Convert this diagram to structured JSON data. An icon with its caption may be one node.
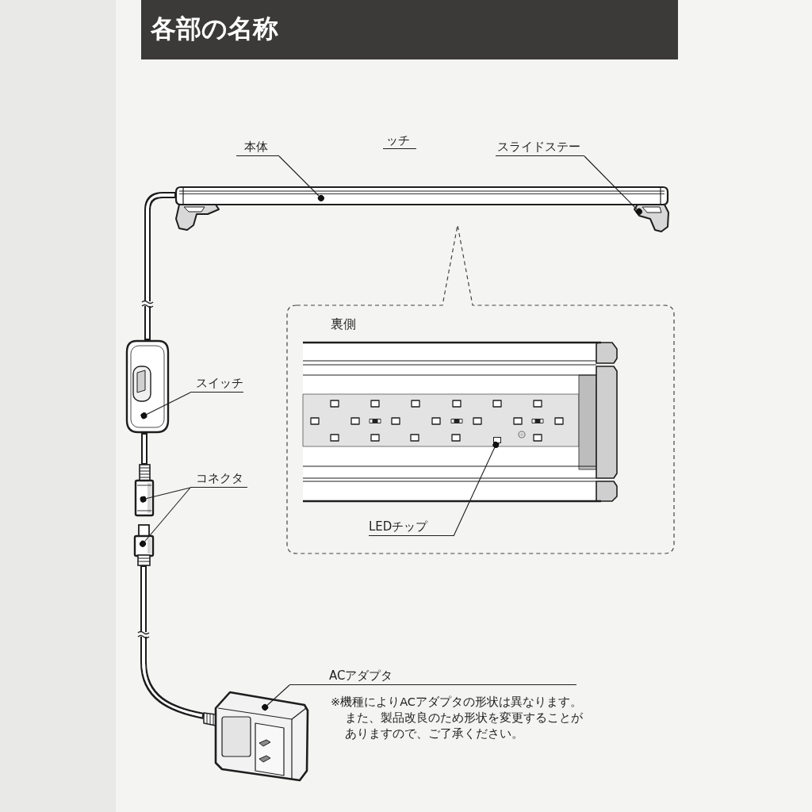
{
  "diagram": {
    "title": "各部の名称",
    "nodes": [
      {
        "text": [
          "本体"
        ]
      },
      {
        "text": [
          "スライドステー"
        ]
      },
      {
        "text": [],
        "shape": "picture"
      },
      {
        "text": [],
        "shape": "picture"
      },
      {
        "text": [
          "裏側"
        ]
      },
      {
        "text": [],
        "shape": "box",
        "in": 4
      },
      {
        "text": [
          "LEDチップ"
        ],
        "in": 4
      },
      {
        "text": [],
        "shape": "picture"
      },
      {
        "text": [
          "スイッチ"
        ]
      },
      {
        "text": [],
        "shape": "picture"
      },
      {
        "text": [
          "コネクタ"
        ]
      },
      {
        "text": [],
        "shape": "picture"
      },
      {
        "text": [
          "ACアダプタ"
        ]
      },
      {
        "text": [],
        "shape": "picture"
      }
    ],
    "edges": [
      {
        "from": 0,
        "to": 2,
        "arrow": "other"
      },
      {
        "from": 1,
        "to": 3,
        "arrow": "other"
      },
      {
        "from": 6,
        "to": 5,
        "arrow": "other"
      },
      {
        "from": 8,
        "to": 7,
        "arrow": "other"
      },
      {
        "from": 10,
        "to": 9,
        "arrow": "other"
      },
      {
        "from": 10,
        "to": 11,
        "arrow": "other"
      },
      {
        "from": 12,
        "to": 13,
        "arrow": "other"
      },
      {
        "from": 2,
        "to": 7,
        "arrow": "none",
        "style": "thick"
      },
      {
        "from": 7,
        "to": 9,
        "arrow": "none",
        "style": "thick"
      },
      {
        "from": 11,
        "to": 13,
        "arrow": "none",
        "style": "thick"
      }
    ],
    "labels": [
      "ッチ",
      "※機種によりACアダプタの形状は異なります。また、製品改良のため形状を変更することがありますので、ご了承ください。"
    ]
  }
}
